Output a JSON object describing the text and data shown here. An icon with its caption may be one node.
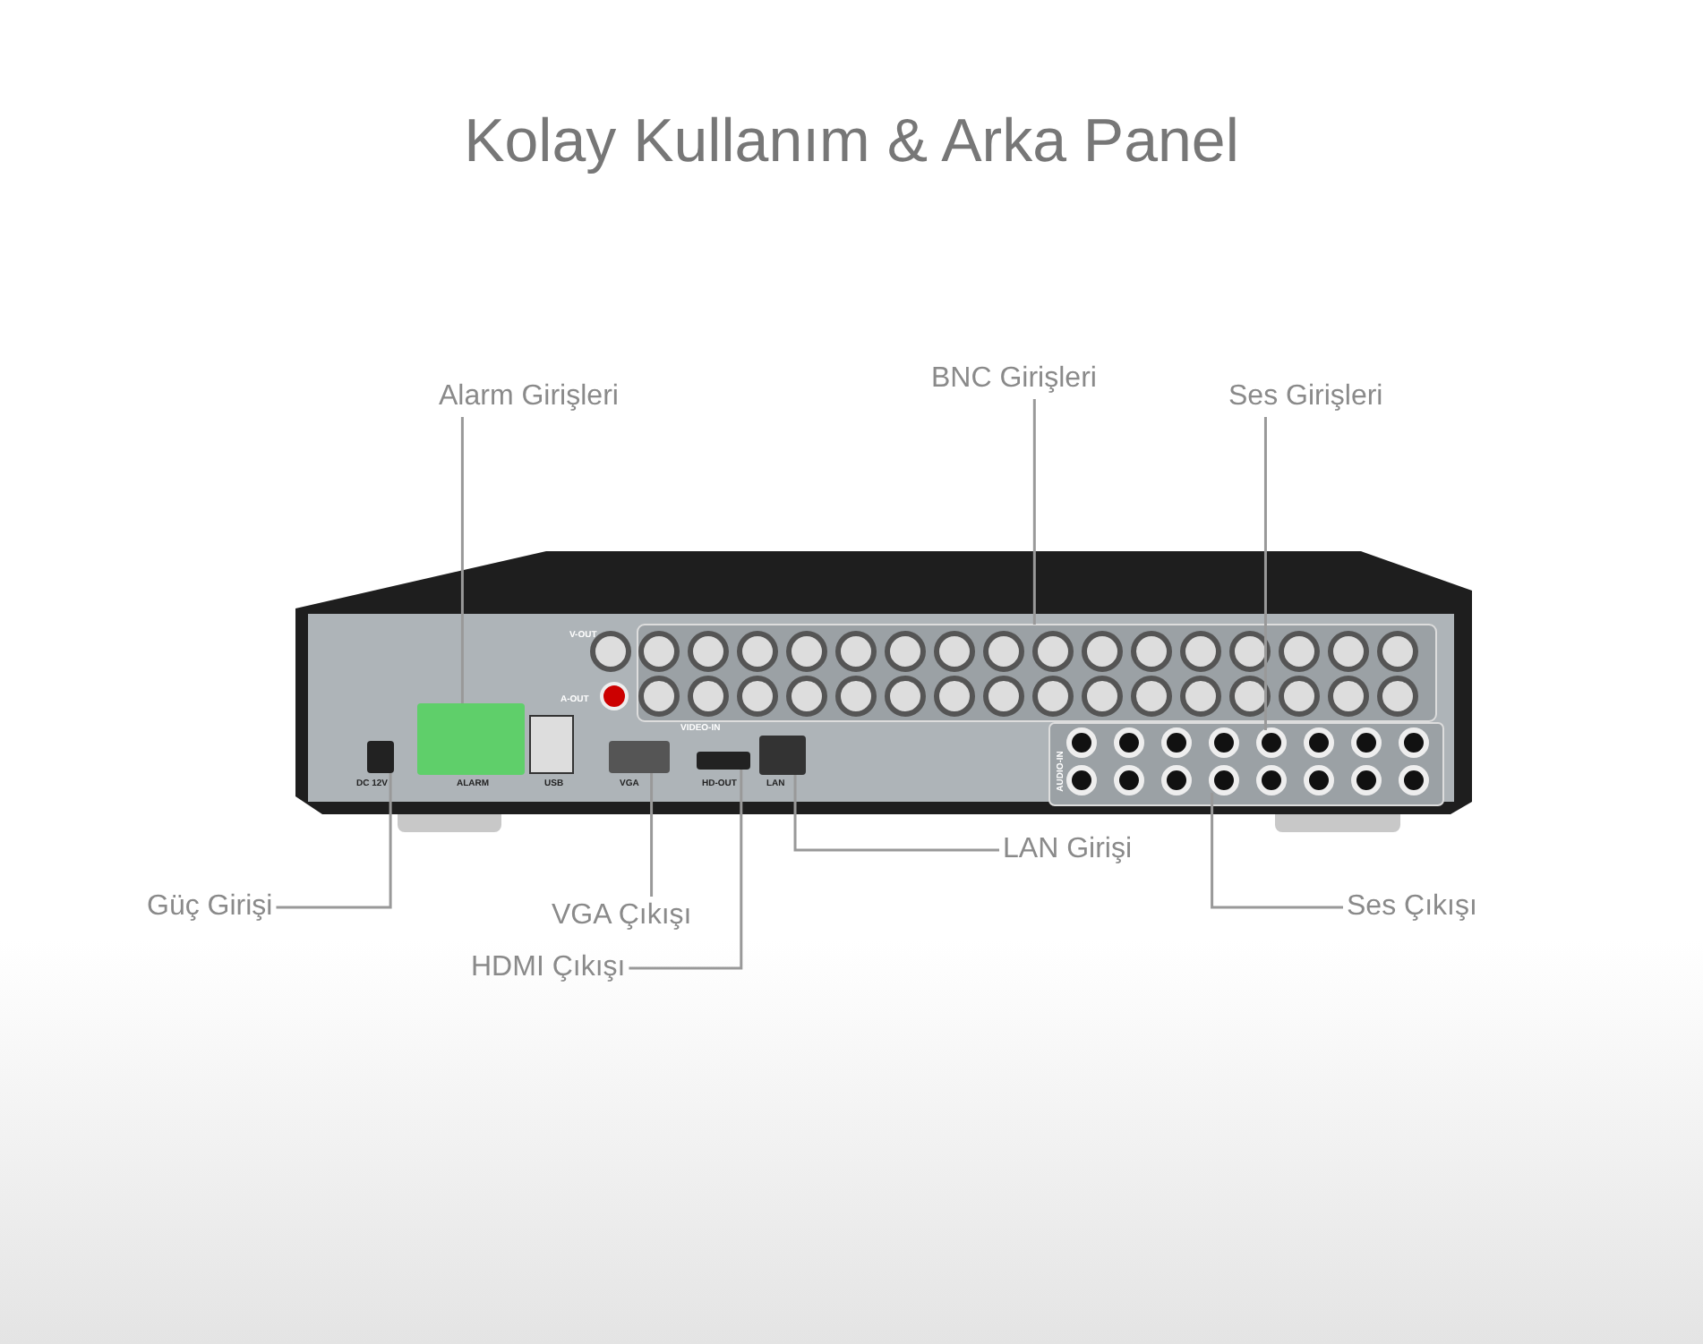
{
  "diagram": {
    "title": "Kolay Kullanım & Arka Panel",
    "nodes": [
      {
        "text": [
          "Alarm Girişleri"
        ]
      },
      {
        "text": [
          "BNC Girişleri"
        ]
      },
      {
        "text": [
          "Ses Girişleri"
        ]
      },
      {
        "text": [
          "LAN Girişi"
        ]
      },
      {
        "text": [
          "Güç Girişi"
        ]
      },
      {
        "text": [
          "VGA Çıkışı"
        ]
      },
      {
        "text": [
          "Ses Çıkışı"
        ]
      },
      {
        "text": [
          "HDMI Çıkışı"
        ]
      },
      {
        "text": [],
        "shape": "box",
        "beside": [
          "ALARM"
        ]
      },
      {
        "text": [],
        "shape": "picture"
      },
      {
        "text": [],
        "shape": "picture"
      },
      {
        "text": [],
        "shape": "box",
        "beside": [
          "LAN"
        ]
      },
      {
        "text": [],
        "shape": "box",
        "beside": [
          "DC 12V"
        ]
      },
      {
        "text": [],
        "shape": "box",
        "beside": [
          "VGA"
        ]
      },
      {
        "text": [],
        "shape": "picture"
      },
      {
        "text": [],
        "shape": "box",
        "beside": [
          "HD-OUT"
        ]
      }
    ],
    "edges": [
      {
        "from": 0,
        "to": 8,
        "arrow": "none"
      },
      {
        "from": 1,
        "to": 9,
        "arrow": "none"
      },
      {
        "from": 2,
        "to": 10,
        "arrow": "none"
      },
      {
        "from": 3,
        "to": 11,
        "arrow": "none"
      },
      {
        "from": 4,
        "to": 12,
        "arrow": "none"
      },
      {
        "from": 5,
        "to": 13,
        "arrow": "none"
      },
      {
        "from": 6,
        "to": 14,
        "arrow": "none"
      },
      {
        "from": 7,
        "to": 15,
        "arrow": "none"
      }
    ],
    "labels": [
      "V-OUT",
      "A-OUT",
      "VIDEO-IN",
      "AUDIO-IN",
      "USB"
    ]
  }
}
